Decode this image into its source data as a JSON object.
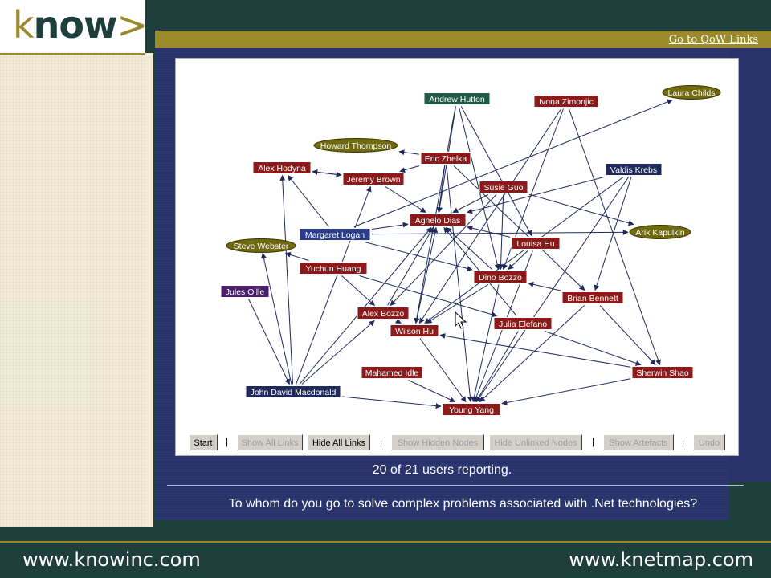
{
  "logo": {
    "k": "k",
    "rest": "now",
    "chevron": ">"
  },
  "link_bar": {
    "label": "Go to QoW Links"
  },
  "captions": {
    "reporting": "20 of 21 users reporting.",
    "question": "To whom do you go to solve complex problems associated with .Net technologies?"
  },
  "footer": {
    "left_url": "www.knowinc.com",
    "right_url": "www.knetmap.com"
  },
  "colors": {
    "node_red": "#8b1a1a",
    "node_navy": "#1f2a5a",
    "node_green": "#1e5a46",
    "node_olive": "#6f6a10",
    "node_purple": "#4a1e6a",
    "node_blue": "#2b3b8a",
    "edge": "#1f2a5a"
  },
  "network": {
    "nodes": [
      {
        "id": "andrew",
        "label": "Andrew Hutton",
        "kind": "rect",
        "color": "green"
      },
      {
        "id": "ivona",
        "label": "Ivona Zimonjic",
        "kind": "rect",
        "color": "red"
      },
      {
        "id": "laura",
        "label": "Laura Childs",
        "kind": "ellipse",
        "color": "olive"
      },
      {
        "id": "howard",
        "label": "Howard Thompson",
        "kind": "ellipse",
        "color": "olive"
      },
      {
        "id": "eric",
        "label": "Eric Zhelka",
        "kind": "rect",
        "color": "red"
      },
      {
        "id": "alex_h",
        "label": "Alex Hodyna",
        "kind": "rect",
        "color": "red"
      },
      {
        "id": "jeremy",
        "label": "Jeremy Brown",
        "kind": "rect",
        "color": "red"
      },
      {
        "id": "valdis",
        "label": "Valdis Krebs",
        "kind": "rect",
        "color": "navy"
      },
      {
        "id": "susie",
        "label": "Susie Guo",
        "kind": "rect",
        "color": "red"
      },
      {
        "id": "agnelo",
        "label": "Agnelo Dias",
        "kind": "rect",
        "color": "red"
      },
      {
        "id": "margaret",
        "label": "Margaret Logan",
        "kind": "rect",
        "color": "blue"
      },
      {
        "id": "arik",
        "label": "Arik Kapulkin",
        "kind": "ellipse",
        "color": "olive"
      },
      {
        "id": "steve",
        "label": "Steve Webster",
        "kind": "ellipse",
        "color": "olive"
      },
      {
        "id": "louisa",
        "label": "Louisa Hu",
        "kind": "rect",
        "color": "red"
      },
      {
        "id": "yuchun",
        "label": "Yuchun Huang",
        "kind": "rect",
        "color": "red"
      },
      {
        "id": "dino",
        "label": "Dino Bozzo",
        "kind": "rect",
        "color": "red"
      },
      {
        "id": "jules",
        "label": "Jules Oille",
        "kind": "rect",
        "color": "purple"
      },
      {
        "id": "brian",
        "label": "Brian Bennett",
        "kind": "rect",
        "color": "red"
      },
      {
        "id": "alex_b",
        "label": "Alex Bozzo",
        "kind": "rect",
        "color": "red"
      },
      {
        "id": "julia",
        "label": "Julia Elefano",
        "kind": "rect",
        "color": "red"
      },
      {
        "id": "wilson",
        "label": "Wilson Hu",
        "kind": "rect",
        "color": "red"
      },
      {
        "id": "mahamed",
        "label": "Mahamed Idle",
        "kind": "rect",
        "color": "red"
      },
      {
        "id": "sherwin",
        "label": "Sherwin Shao",
        "kind": "rect",
        "color": "red"
      },
      {
        "id": "john",
        "label": "John David Macdonald",
        "kind": "rect",
        "color": "navy"
      },
      {
        "id": "young",
        "label": "Young Yang",
        "kind": "rect",
        "color": "red"
      }
    ],
    "edges": [
      [
        "andrew",
        "agnelo"
      ],
      [
        "andrew",
        "dino"
      ],
      [
        "andrew",
        "wilson"
      ],
      [
        "andrew",
        "louisa"
      ],
      [
        "ivona",
        "dino"
      ],
      [
        "ivona",
        "sherwin"
      ],
      [
        "ivona",
        "wilson"
      ],
      [
        "margaret",
        "laura"
      ],
      [
        "margaret",
        "arik"
      ],
      [
        "margaret",
        "agnelo"
      ],
      [
        "margaret",
        "dino"
      ],
      [
        "margaret",
        "alex_h"
      ],
      [
        "eric",
        "howard"
      ],
      [
        "eric",
        "agnelo"
      ],
      [
        "eric",
        "brian"
      ],
      [
        "eric",
        "young"
      ],
      [
        "eric",
        "jeremy"
      ],
      [
        "alex_h",
        "jeremy"
      ],
      [
        "jeremy",
        "alex_h"
      ],
      [
        "jeremy",
        "agnelo"
      ],
      [
        "valdis",
        "agnelo"
      ],
      [
        "valdis",
        "brian"
      ],
      [
        "valdis",
        "wilson"
      ],
      [
        "valdis",
        "young"
      ],
      [
        "susie",
        "dino"
      ],
      [
        "susie",
        "arik"
      ],
      [
        "susie",
        "agnelo"
      ],
      [
        "susie",
        "alex_b"
      ],
      [
        "louisa",
        "dino"
      ],
      [
        "louisa",
        "young"
      ],
      [
        "louisa",
        "agnelo"
      ],
      [
        "dino",
        "agnelo"
      ],
      [
        "dino",
        "young"
      ],
      [
        "dino",
        "wilson"
      ],
      [
        "yuchun",
        "steve"
      ],
      [
        "yuchun",
        "alex_b"
      ],
      [
        "yuchun",
        "julia"
      ],
      [
        "julia",
        "agnelo"
      ],
      [
        "julia",
        "young"
      ],
      [
        "julia",
        "sherwin"
      ],
      [
        "brian",
        "dino"
      ],
      [
        "brian",
        "sherwin"
      ],
      [
        "brian",
        "young"
      ],
      [
        "alex_b",
        "agnelo"
      ],
      [
        "alex_b",
        "wilson"
      ],
      [
        "wilson",
        "agnelo"
      ],
      [
        "wilson",
        "young"
      ],
      [
        "sherwin",
        "wilson"
      ],
      [
        "sherwin",
        "young"
      ],
      [
        "mahamed",
        "young"
      ],
      [
        "john",
        "alex_h"
      ],
      [
        "john",
        "steve"
      ],
      [
        "john",
        "agnelo"
      ],
      [
        "john",
        "young"
      ],
      [
        "john",
        "jeremy"
      ],
      [
        "john",
        "alex_b"
      ],
      [
        "jules",
        "john"
      ]
    ]
  },
  "toolbar": {
    "items": [
      {
        "label": "Start",
        "enabled": true
      },
      {
        "label": "Show All Links",
        "enabled": false
      },
      {
        "label": "Hide All Links",
        "enabled": true
      },
      {
        "label": "Show Hidden Nodes",
        "enabled": false
      },
      {
        "label": "Hide Unlinked Nodes",
        "enabled": false
      },
      {
        "label": "Show Artefacts",
        "enabled": false
      },
      {
        "label": "Undo",
        "enabled": false
      }
    ],
    "separator": "|"
  }
}
